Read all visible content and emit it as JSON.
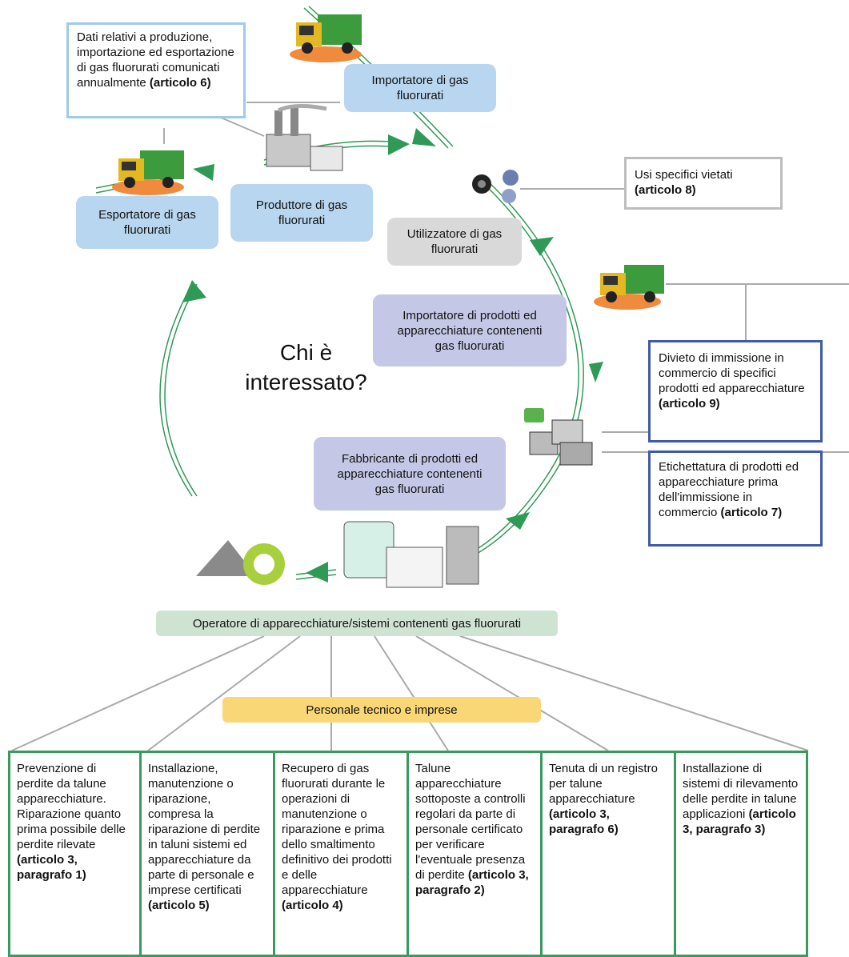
{
  "center_title": [
    "Chi è",
    "interessato?"
  ],
  "nodes": {
    "importer_gas": "Importatore di gas fluorurati",
    "producer": "Produttore di gas fluorurati",
    "exporter": "Esportatore di gas fluorurati",
    "user": "Utilizzatore di gas fluorurati",
    "importer_products": "Importatore di prodotti ed apparecchiature contenenti gas fluorurati",
    "manufacturer": "Fabbricante di prodotti ed apparecchiature contenenti gas fluorurati",
    "operator": "Operatore di apparecchiature/sistemi contenenti gas fluorurati",
    "personnel": "Personale tecnico e imprese"
  },
  "notes": {
    "data_reporting": {
      "text": "Dati relativi a produzione, importazione ed esportazione di gas fluorurati comunicati annualmente ",
      "ref": "(articolo 6)"
    },
    "specific_uses": {
      "text": "Usi specifici vietati ",
      "ref": "(articolo 8)"
    },
    "market_ban": {
      "text": "Divieto di immissione in commercio di specifici prodotti ed apparecchiature ",
      "ref": "(articolo 9)"
    },
    "labelling": {
      "text": "Etichettatura di prodotti ed apparecchiature prima dell'immissione in commercio ",
      "ref": "(articolo 7)"
    }
  },
  "obligations": [
    {
      "text": "Prevenzione di perdite da talune apparecchiature. Riparazione quanto prima possibile delle perdite rilevate ",
      "ref": "(articolo 3, paragrafo 1)"
    },
    {
      "text": "Installazione, manutenzione o riparazione, compresa la riparazione di perdite in taluni sistemi ed apparecchiature da parte di personale e imprese certificati ",
      "ref": "(articolo 5)"
    },
    {
      "text": "Recupero di gas fluorurati durante le operazioni di manutenzione o riparazione e prima dello smaltimento definitivo dei prodotti e delle apparecchiature ",
      "ref": "(articolo 4)"
    },
    {
      "text": "Talune apparecchiature sottoposte a controlli regolari da parte di personale certificato per verificare l'eventuale presenza di perdite ",
      "ref": "(articolo 3, paragrafo 2)"
    },
    {
      "text": "Tenuta di un registro per talune apparecchiature ",
      "ref": "(articolo 3, paragrafo 6)"
    },
    {
      "text": "Installazione di sistemi di rilevamento delle perdite in talune applicazioni ",
      "ref": "(articolo 3, paragrafo 3)"
    }
  ],
  "icons": [
    "truck-icon",
    "factory-icon",
    "gear-tyre-icon",
    "boxes-icon",
    "appliances-icon",
    "recycle-icon",
    "worker-icon"
  ],
  "colors": {
    "green_arrow": "#2e9a55",
    "blue_box": "#b8d6ef",
    "lavender_box": "#c4c8e6",
    "grey_box": "#d9d9d9",
    "operator_box": "#cfe3d3",
    "personnel_box": "#f9d776",
    "border_green": "#3a9a5e",
    "border_blue": "#3f5aa8"
  }
}
